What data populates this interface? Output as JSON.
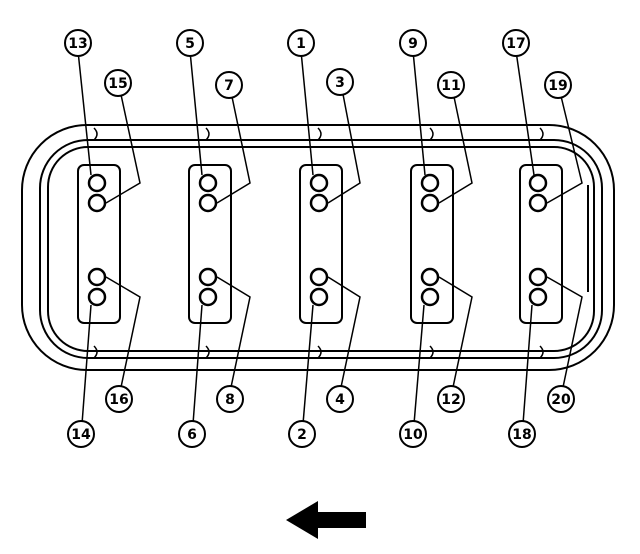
{
  "diagram": {
    "labels": {
      "top_row": [
        "13",
        "5",
        "1",
        "9",
        "17"
      ],
      "upper_row": [
        "15",
        "7",
        "3",
        "11",
        "19"
      ],
      "lower_row": [
        "16",
        "8",
        "4",
        "12",
        "20"
      ],
      "bottom_row": [
        "14",
        "6",
        "2",
        "10",
        "18"
      ]
    },
    "arrow": {
      "direction": "left",
      "icon": "arrow-left-icon"
    },
    "colors": {
      "line": "#000000",
      "fill": "#ffffff"
    }
  }
}
